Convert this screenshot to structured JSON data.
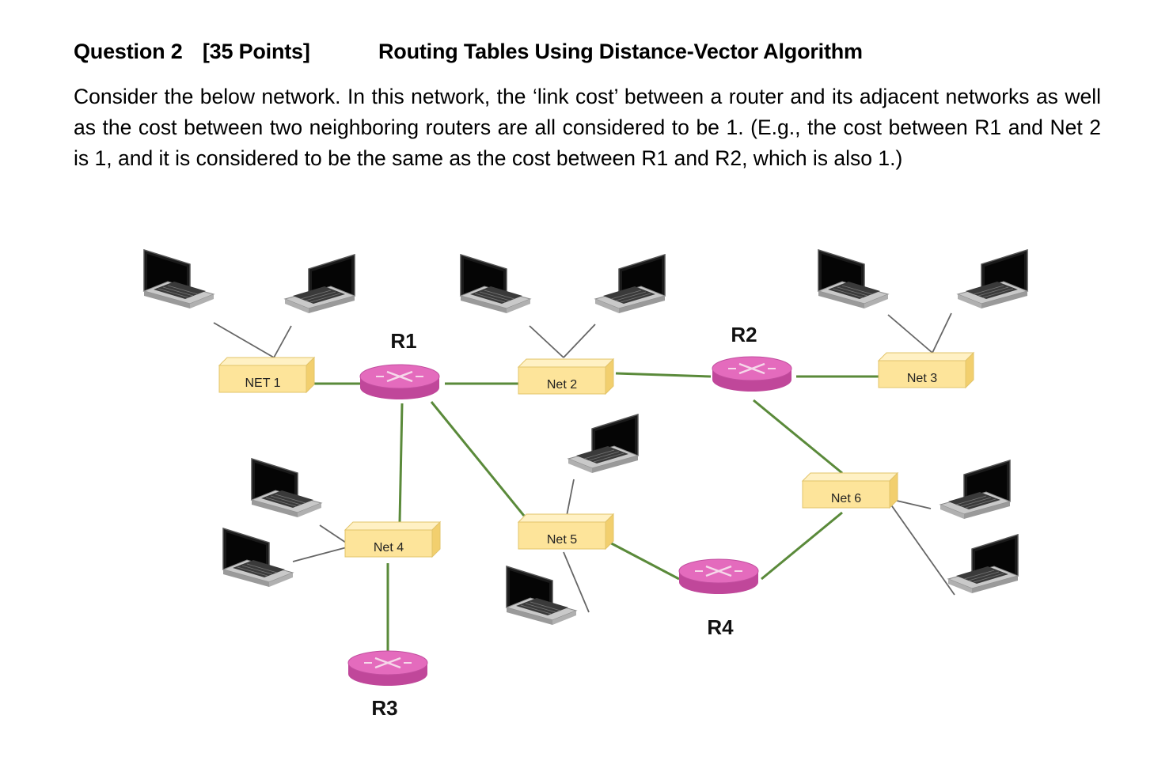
{
  "question": {
    "number": "Question 2",
    "points": "[35 Points]",
    "title": "Routing Tables Using Distance-Vector Algorithm"
  },
  "paragraph": "Consider the below network. In this network, the ‘link cost’ between a router and its adjacent networks as well as the cost between two neighboring routers are all considered to be 1. (E.g., the cost between R1 and Net 2 is 1, and it is considered to be the same as the cost between R1 and R2, which is also 1.)",
  "diagram": {
    "networks": [
      "NET 1",
      "Net 2",
      "Net 3",
      "Net 4",
      "Net 5",
      "Net 6"
    ],
    "routers": [
      "R1",
      "R2",
      "R3",
      "R4"
    ],
    "link_color": "#5a8a3a",
    "router_color": "#e06bb8",
    "network_color": "#fde49a"
  }
}
